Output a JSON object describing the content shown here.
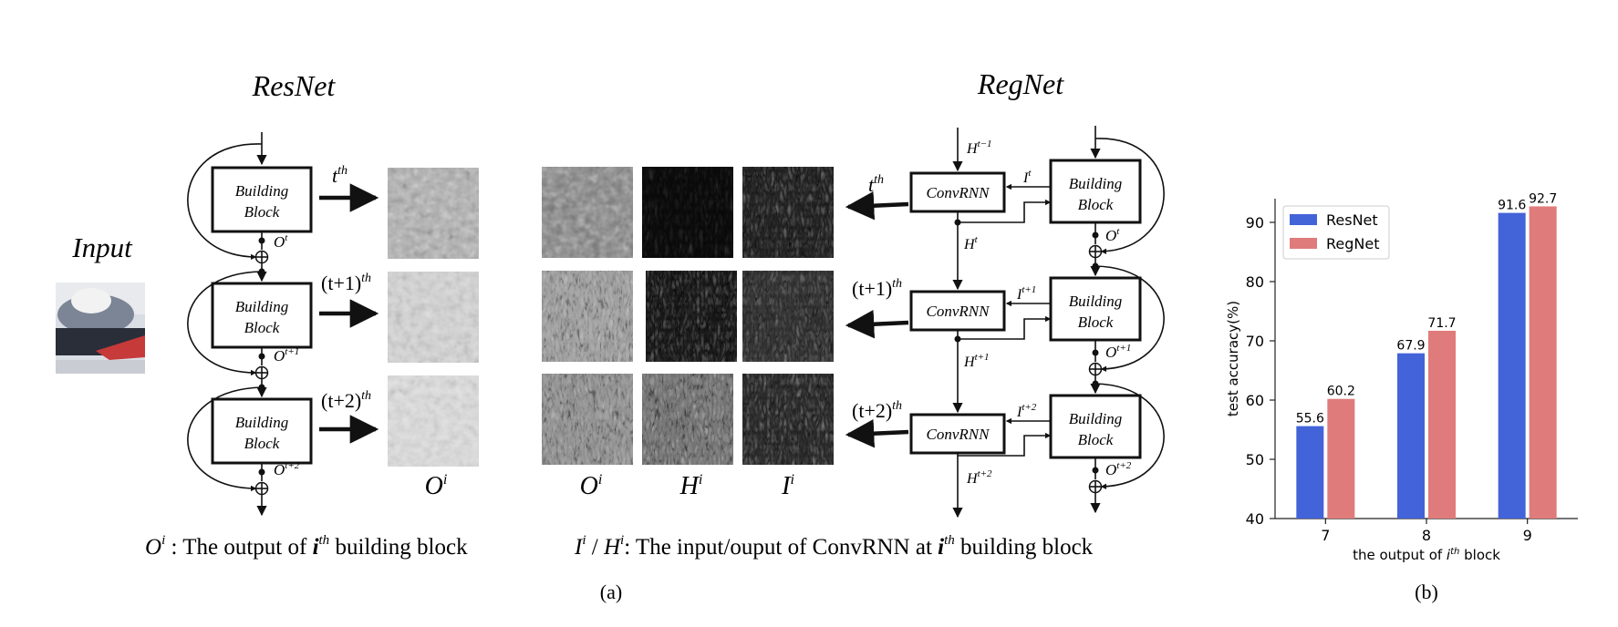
{
  "figure_a": {
    "resnet_title": "ResNet",
    "regnet_title": "RegNet",
    "input_label": "Input",
    "building_block_line1": "Building",
    "building_block_line2": "Block",
    "convrnn_label": "ConvRNN",
    "step_base": [
      "t",
      "(t+1)",
      "(t+2)"
    ],
    "step_sup": "th",
    "resnet_outputs": [
      {
        "base": "O",
        "sup": "t"
      },
      {
        "base": "O",
        "sup": "t+1"
      },
      {
        "base": "O",
        "sup": "t+2"
      }
    ],
    "regnet_outputs": [
      {
        "base": "O",
        "sup": "t"
      },
      {
        "base": "O",
        "sup": "t+1"
      },
      {
        "base": "O",
        "sup": "t+2"
      }
    ],
    "regnet_inputs": [
      {
        "base": "I",
        "sup": "t"
      },
      {
        "base": "I",
        "sup": "t+1"
      },
      {
        "base": "I",
        "sup": "t+2"
      }
    ],
    "hidden_states": [
      {
        "base": "H",
        "sup": "t−1"
      },
      {
        "base": "H",
        "sup": "t"
      },
      {
        "base": "H",
        "sup": "t+1"
      },
      {
        "base": "H",
        "sup": "t+2"
      }
    ],
    "col_labels": [
      {
        "base": "O",
        "sup": "i"
      },
      {
        "base": "O",
        "sup": "i"
      },
      {
        "base": "H",
        "sup": "i"
      },
      {
        "base": "I",
        "sup": "i"
      }
    ],
    "caption_left": {
      "sym": "O",
      "sup": "i",
      "mid": " : The output of ",
      "i": "i",
      "th": "th",
      "end": " building block"
    },
    "caption_right": {
      "sym1": "I",
      "sup1": "i",
      "slash": " / ",
      "sym2": "H",
      "sup2": "i",
      "mid": ": The input/ouput of  ConvRNN at  ",
      "i": "i",
      "th": "th",
      "end": " building block"
    },
    "panel_label": "(a)"
  },
  "panel_b_label": "(b)",
  "chart_data": {
    "type": "bar",
    "categories": [
      "7",
      "8",
      "9"
    ],
    "series": [
      {
        "name": "ResNet",
        "values": [
          55.6,
          67.9,
          91.6
        ],
        "color": "#4363d8"
      },
      {
        "name": "RegNet",
        "values": [
          60.2,
          71.7,
          92.7
        ],
        "color": "#e07b7b"
      }
    ],
    "ylim": [
      40,
      94
    ],
    "yticks": [
      40,
      50,
      60,
      70,
      80,
      90
    ],
    "ylabel": "test accuracy(%)",
    "xlabel_prefix": "the output of ",
    "xlabel_var": "i",
    "xlabel_sup": "th",
    "xlabel_suffix": " block",
    "legend_position": "top-left",
    "grid": false
  }
}
